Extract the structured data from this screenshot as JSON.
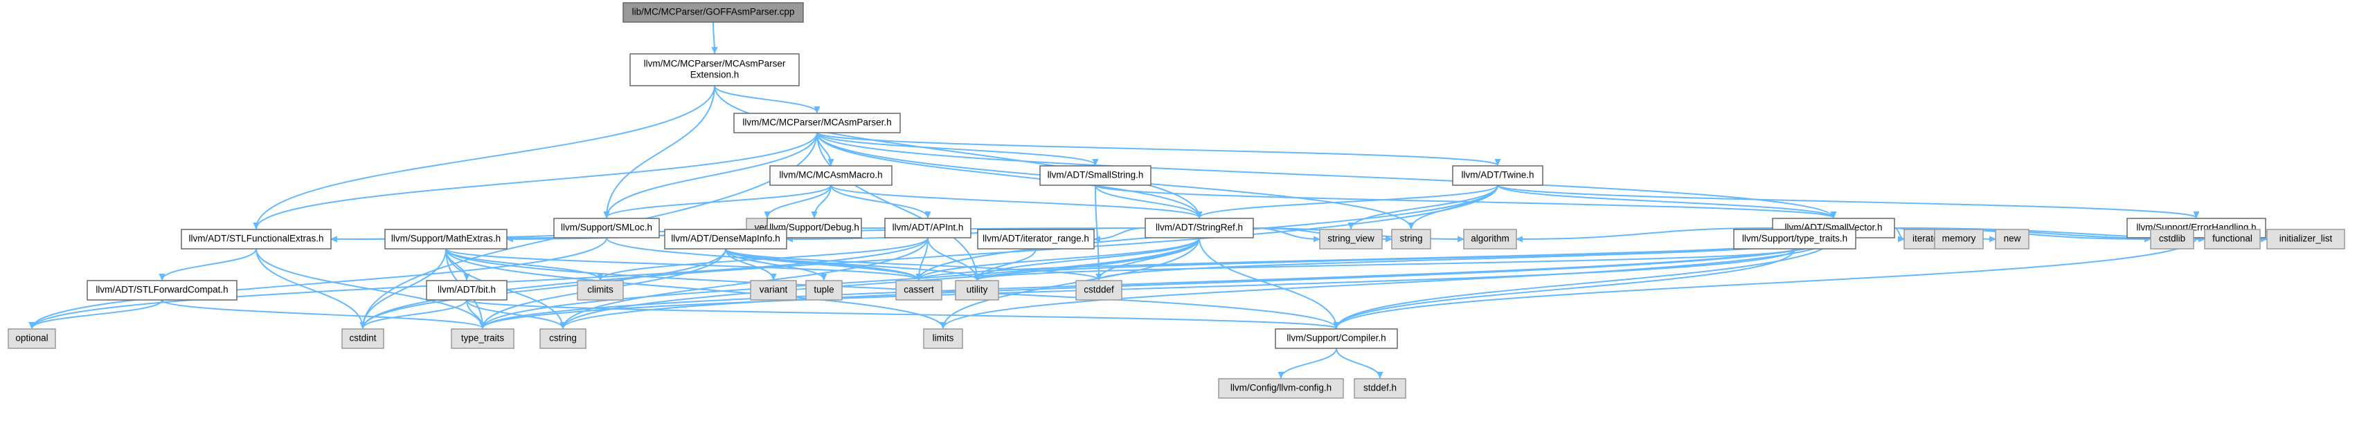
{
  "title": "lib/MC/MCParser/GOFFAsmParser.cpp",
  "colors": {
    "edge": "#63b8ff",
    "root_fill": "#999999",
    "local_fill": "#ffffff",
    "system_fill": "#e0e0e0",
    "border": "#666666"
  },
  "nodes": [
    {
      "id": "goff",
      "kind": "root",
      "lines": [
        "lib/MC/MCParser/GOFFAsmParser.cpp"
      ]
    },
    {
      "id": "ext",
      "kind": "local",
      "lines": [
        "llvm/MC/MCParser/MCAsmParser",
        "Extension.h"
      ]
    },
    {
      "id": "asmparser",
      "kind": "local",
      "lines": [
        "llvm/MC/MCParser/MCAsmParser.h"
      ]
    },
    {
      "id": "asmmacro",
      "kind": "local",
      "lines": [
        "llvm/MC/MCAsmMacro.h"
      ]
    },
    {
      "id": "smallstring",
      "kind": "local",
      "lines": [
        "llvm/ADT/SmallString.h"
      ]
    },
    {
      "id": "twine",
      "kind": "local",
      "lines": [
        "llvm/ADT/Twine.h"
      ]
    },
    {
      "id": "smloc",
      "kind": "local",
      "lines": [
        "llvm/Support/SMLoc.h"
      ]
    },
    {
      "id": "vector",
      "kind": "system",
      "lines": [
        "vector"
      ]
    },
    {
      "id": "debug",
      "kind": "local",
      "lines": [
        "llvm/Support/Debug.h"
      ]
    },
    {
      "id": "apint",
      "kind": "local",
      "lines": [
        "llvm/ADT/APInt.h"
      ]
    },
    {
      "id": "stringref",
      "kind": "local",
      "lines": [
        "llvm/ADT/StringRef.h"
      ]
    },
    {
      "id": "smallvector",
      "kind": "local",
      "lines": [
        "llvm/ADT/SmallVector.h"
      ]
    },
    {
      "id": "errorhandling",
      "kind": "local",
      "lines": [
        "llvm/Support/ErrorHandling.h"
      ]
    },
    {
      "id": "stlfunc",
      "kind": "local",
      "lines": [
        "llvm/ADT/STLFunctionalExtras.h"
      ]
    },
    {
      "id": "mathextras",
      "kind": "local",
      "lines": [
        "llvm/Support/MathExtras.h"
      ]
    },
    {
      "id": "densemapinfo",
      "kind": "local",
      "lines": [
        "llvm/ADT/DenseMapInfo.h"
      ]
    },
    {
      "id": "iterrange",
      "kind": "local",
      "lines": [
        "llvm/ADT/iterator_range.h"
      ]
    },
    {
      "id": "string_view",
      "kind": "system",
      "lines": [
        "string_view"
      ]
    },
    {
      "id": "string",
      "kind": "system",
      "lines": [
        "string"
      ]
    },
    {
      "id": "algorithm",
      "kind": "system",
      "lines": [
        "algorithm"
      ]
    },
    {
      "id": "typetraits_h",
      "kind": "local",
      "lines": [
        "llvm/Support/type_traits.h"
      ]
    },
    {
      "id": "iterator",
      "kind": "system",
      "lines": [
        "iterator"
      ]
    },
    {
      "id": "memory",
      "kind": "system",
      "lines": [
        "memory"
      ]
    },
    {
      "id": "new",
      "kind": "system",
      "lines": [
        "new"
      ]
    },
    {
      "id": "cstdlib",
      "kind": "system",
      "lines": [
        "cstdlib"
      ]
    },
    {
      "id": "functional",
      "kind": "system",
      "lines": [
        "functional"
      ]
    },
    {
      "id": "initializer_list",
      "kind": "system",
      "lines": [
        "initializer_list"
      ]
    },
    {
      "id": "stlforward",
      "kind": "local",
      "lines": [
        "llvm/ADT/STLForwardCompat.h"
      ]
    },
    {
      "id": "bit",
      "kind": "local",
      "lines": [
        "llvm/ADT/bit.h"
      ]
    },
    {
      "id": "climits",
      "kind": "system",
      "lines": [
        "climits"
      ]
    },
    {
      "id": "variant",
      "kind": "system",
      "lines": [
        "variant"
      ]
    },
    {
      "id": "tuple",
      "kind": "system",
      "lines": [
        "tuple"
      ]
    },
    {
      "id": "cassert",
      "kind": "system",
      "lines": [
        "cassert"
      ]
    },
    {
      "id": "utility",
      "kind": "system",
      "lines": [
        "utility"
      ]
    },
    {
      "id": "cstddef",
      "kind": "system",
      "lines": [
        "cstddef"
      ]
    },
    {
      "id": "optional",
      "kind": "system",
      "lines": [
        "optional"
      ]
    },
    {
      "id": "cstdint",
      "kind": "system",
      "lines": [
        "cstdint"
      ]
    },
    {
      "id": "type_traits",
      "kind": "system",
      "lines": [
        "type_traits"
      ]
    },
    {
      "id": "cstring",
      "kind": "system",
      "lines": [
        "cstring"
      ]
    },
    {
      "id": "limits",
      "kind": "system",
      "lines": [
        "limits"
      ]
    },
    {
      "id": "compiler",
      "kind": "local",
      "lines": [
        "llvm/Support/Compiler.h"
      ]
    },
    {
      "id": "llvmconfig",
      "kind": "system",
      "lines": [
        "llvm/Config/llvm-config.h"
      ]
    },
    {
      "id": "stddef",
      "kind": "system",
      "lines": [
        "stddef.h"
      ]
    }
  ],
  "edges": [
    [
      "goff",
      "ext"
    ],
    [
      "ext",
      "asmparser"
    ],
    [
      "ext",
      "smloc"
    ],
    [
      "ext",
      "stlfunc"
    ],
    [
      "ext",
      "stringref"
    ],
    [
      "asmparser",
      "asmmacro"
    ],
    [
      "asmparser",
      "smallstring"
    ],
    [
      "asmparser",
      "twine"
    ],
    [
      "asmparser",
      "smloc"
    ],
    [
      "asmparser",
      "stringref"
    ],
    [
      "asmparser",
      "smallvector"
    ],
    [
      "asmparser",
      "stlfunc"
    ],
    [
      "asmparser",
      "cstdint"
    ],
    [
      "asmparser",
      "string"
    ],
    [
      "asmparser",
      "utility"
    ],
    [
      "asmmacro",
      "smloc"
    ],
    [
      "asmmacro",
      "vector"
    ],
    [
      "asmmacro",
      "debug"
    ],
    [
      "asmmacro",
      "apint"
    ],
    [
      "asmmacro",
      "stringref"
    ],
    [
      "smallstring",
      "stringref"
    ],
    [
      "smallstring",
      "smallvector"
    ],
    [
      "smallstring",
      "cstddef"
    ],
    [
      "twine",
      "stringref"
    ],
    [
      "twine",
      "smallvector"
    ],
    [
      "twine",
      "errorhandling"
    ],
    [
      "twine",
      "string_view"
    ],
    [
      "twine",
      "string"
    ],
    [
      "twine",
      "cassert"
    ],
    [
      "twine",
      "cstdint"
    ],
    [
      "smloc",
      "optional"
    ],
    [
      "smloc",
      "cassert"
    ],
    [
      "apint",
      "mathextras"
    ],
    [
      "apint",
      "stlfunc"
    ],
    [
      "apint",
      "cassert"
    ],
    [
      "apint",
      "climits"
    ],
    [
      "apint",
      "cstring"
    ],
    [
      "apint",
      "optional"
    ],
    [
      "apint",
      "utility"
    ],
    [
      "stringref",
      "densemapinfo"
    ],
    [
      "stringref",
      "iterrange"
    ],
    [
      "stringref",
      "stlfunc"
    ],
    [
      "stringref",
      "compiler"
    ],
    [
      "stringref",
      "algorithm"
    ],
    [
      "stringref",
      "cassert"
    ],
    [
      "stringref",
      "cstddef"
    ],
    [
      "stringref",
      "cstring"
    ],
    [
      "stringref",
      "limits"
    ],
    [
      "stringref",
      "string"
    ],
    [
      "stringref",
      "string_view"
    ],
    [
      "stringref",
      "type_traits"
    ],
    [
      "stringref",
      "utility"
    ],
    [
      "smallvector",
      "compiler"
    ],
    [
      "smallvector",
      "typetraits_h"
    ],
    [
      "smallvector",
      "algorithm"
    ],
    [
      "smallvector",
      "cassert"
    ],
    [
      "smallvector",
      "cstddef"
    ],
    [
      "smallvector",
      "cstdlib"
    ],
    [
      "smallvector",
      "cstring"
    ],
    [
      "smallvector",
      "functional"
    ],
    [
      "smallvector",
      "initializer_list"
    ],
    [
      "smallvector",
      "iterator"
    ],
    [
      "smallvector",
      "limits"
    ],
    [
      "smallvector",
      "memory"
    ],
    [
      "smallvector",
      "new"
    ],
    [
      "smallvector",
      "type_traits"
    ],
    [
      "smallvector",
      "utility"
    ],
    [
      "errorhandling",
      "compiler"
    ],
    [
      "stlfunc",
      "stlforward"
    ],
    [
      "stlfunc",
      "cstdint"
    ],
    [
      "stlfunc",
      "type_traits"
    ],
    [
      "stlforward",
      "optional"
    ],
    [
      "stlforward",
      "type_traits"
    ],
    [
      "mathextras",
      "bit"
    ],
    [
      "mathextras",
      "compiler"
    ],
    [
      "mathextras",
      "cassert"
    ],
    [
      "mathextras",
      "climits"
    ],
    [
      "mathextras",
      "cstdint"
    ],
    [
      "mathextras",
      "cstring"
    ],
    [
      "mathextras",
      "limits"
    ],
    [
      "mathextras",
      "type_traits"
    ],
    [
      "bit",
      "compiler"
    ],
    [
      "bit",
      "cstdint"
    ],
    [
      "bit",
      "cstring"
    ],
    [
      "bit",
      "type_traits"
    ],
    [
      "densemapinfo",
      "cassert"
    ],
    [
      "densemapinfo",
      "cstddef"
    ],
    [
      "densemapinfo",
      "cstdint"
    ],
    [
      "densemapinfo",
      "tuple"
    ],
    [
      "densemapinfo",
      "type_traits"
    ],
    [
      "densemapinfo",
      "utility"
    ],
    [
      "densemapinfo",
      "variant"
    ],
    [
      "iterrange",
      "utility"
    ],
    [
      "typetraits_h",
      "compiler"
    ],
    [
      "typetraits_h",
      "type_traits"
    ],
    [
      "typetraits_h",
      "utility"
    ],
    [
      "compiler",
      "llvmconfig"
    ],
    [
      "compiler",
      "stddef"
    ]
  ]
}
